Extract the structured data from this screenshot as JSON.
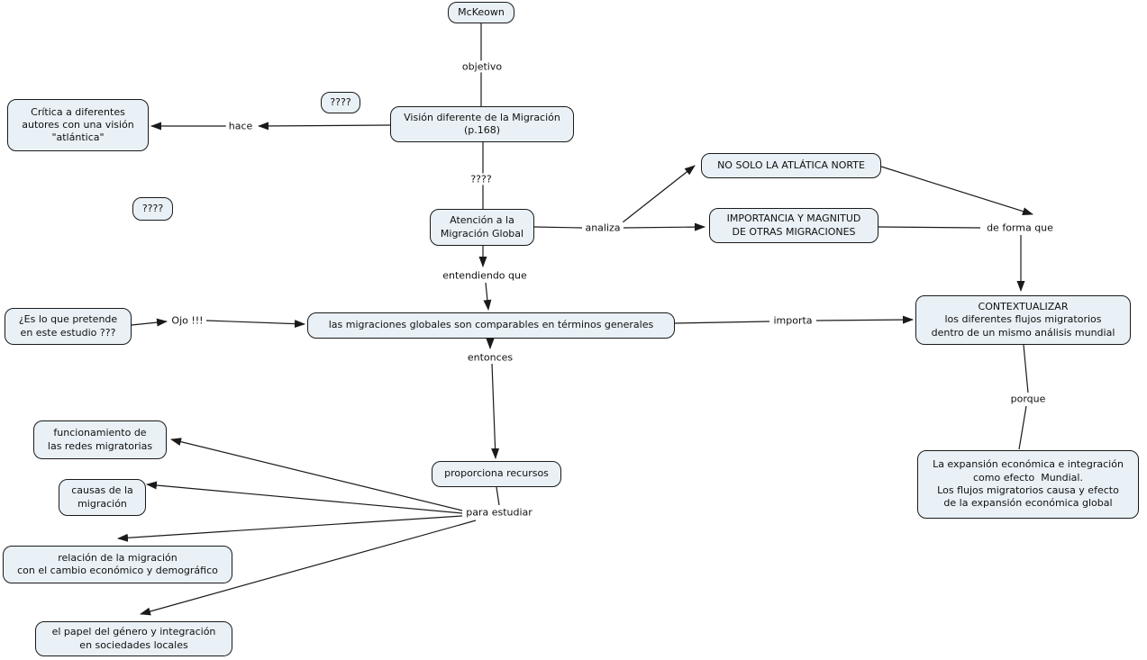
{
  "colors": {
    "background": "#ffffff",
    "node_fill": "#e9f1f6",
    "node_border": "#1a1a1a",
    "connector_line": "#1a1a1a",
    "text": "#101010"
  },
  "nodes": {
    "mckeown": "McKeown",
    "vision": "Visión diferente de la Migración\n(p.168)",
    "critica": "Crítica a diferentes\nautores con una visión\n\"atlántica\"",
    "question_top": "????",
    "question_left": "????",
    "atencion": "Atención a la\nMigración Global",
    "no_solo": "NO SOLO LA ATLÁTICA NORTE",
    "importancia": "IMPORTANCIA Y MAGNITUD\nDE OTRAS MIGRACIONES",
    "migraciones": "las migraciones globales son comparables en términos generales",
    "pretende": "¿Es lo que pretende\nen este estudio ???",
    "contextualizar": "CONTEXTUALIZAR\nlos diferentes flujos migratorios\ndentro de un mismo análisis mundial",
    "proporciona": "proporciona recursos",
    "expansion": "La expansión económica e integración\ncomo efecto  Mundial.\nLos flujos migratorios causa y efecto\nde la expansión económica global",
    "funcionamiento": "funcionamiento de\nlas redes migratorias",
    "causas": "causas de la\nmigración",
    "relacion": "relación de la migración\ncon el cambio económico y demográfico",
    "papel": "el papel del género y integración\nen sociedades locales"
  },
  "labels": {
    "objetivo": "objetivo",
    "hace": "hace",
    "question_mid": "????",
    "analiza": "analiza",
    "de_forma_que": "de forma que",
    "entendiendo_que": "entendiendo que",
    "ojo": "Ojo !!!",
    "importa": "importa",
    "entonces": "entonces",
    "porque": "porque",
    "para_estudiar": "para estudiar"
  }
}
